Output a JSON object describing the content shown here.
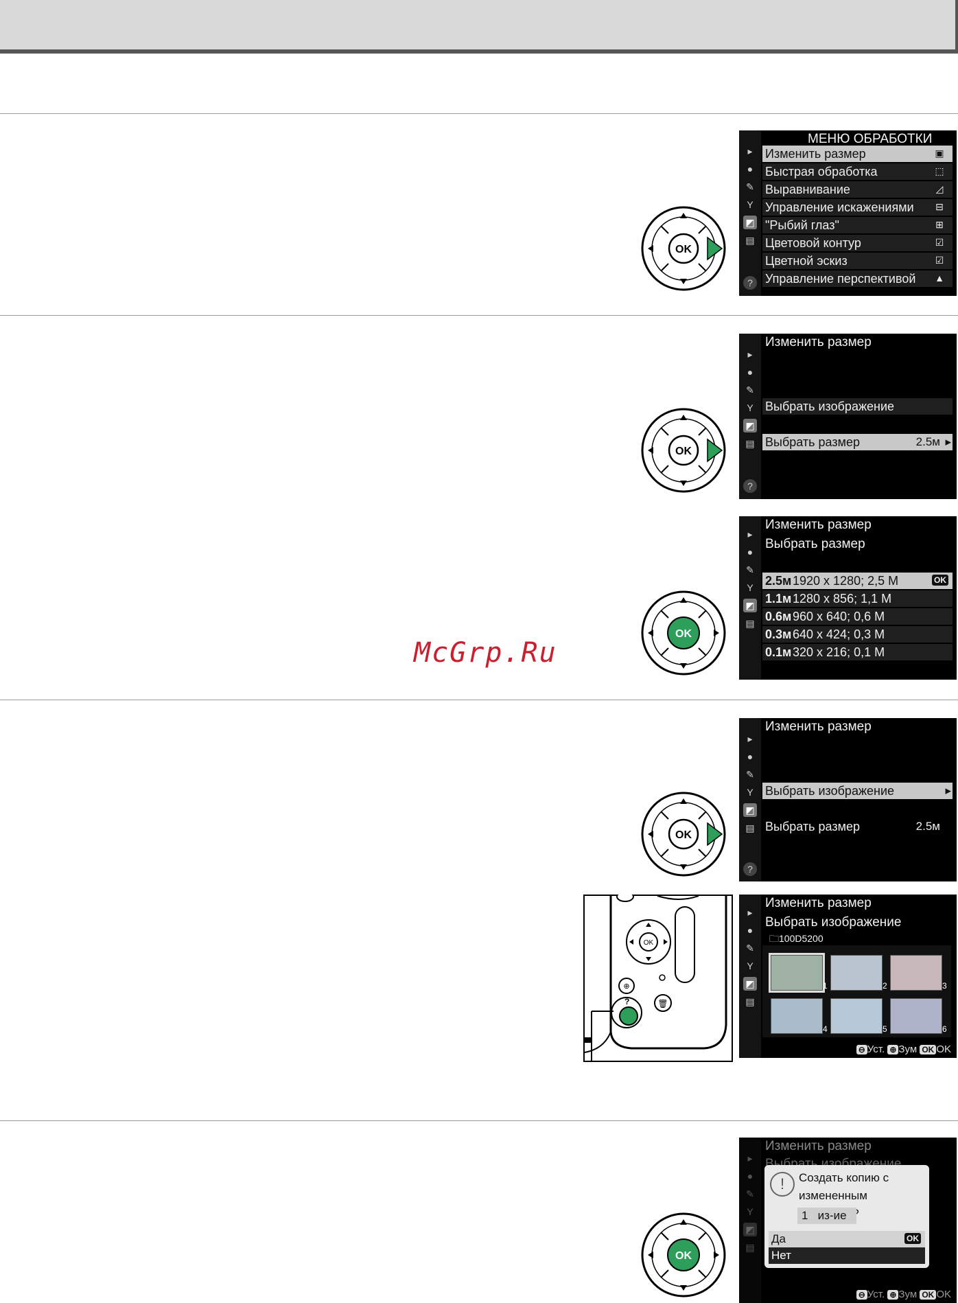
{
  "watermark": "McGrp.Ru",
  "retouch_menu": {
    "title": "МЕНЮ ОБРАБОТКИ",
    "items": [
      {
        "label": "Изменить размер",
        "icon": "resize-icon"
      },
      {
        "label": "Быстрая обработка",
        "icon": "quick-retouch-icon"
      },
      {
        "label": "Выравнивание",
        "icon": "straighten-icon"
      },
      {
        "label": "Управление искажениями",
        "icon": "distortion-icon"
      },
      {
        "label": "\"Рыбий глаз\"",
        "icon": "fisheye-icon"
      },
      {
        "label": "Цветовой контур",
        "icon": "color-outline-icon"
      },
      {
        "label": "Цветной эскиз",
        "icon": "color-sketch-icon"
      },
      {
        "label": "Управление перспективой",
        "icon": "perspective-icon"
      }
    ],
    "help": "?"
  },
  "resize_screen_a": {
    "title": "Изменить размер",
    "choose_image": "Выбрать изображение",
    "choose_size": "Выбрать размер",
    "size_value": "2.5м"
  },
  "size_list": {
    "title": "Изменить размер",
    "subtitle": "Выбрать размер",
    "ok": "OK",
    "options": [
      {
        "code": "2.5м",
        "text": "1920 x 1280; 2,5 M"
      },
      {
        "code": "1.1м",
        "text": "1280 x  856; 1,1 M"
      },
      {
        "code": "0.6м",
        "text": "960 x  640; 0,6 M"
      },
      {
        "code": "0.3м",
        "text": "640 x  424; 0,3 M"
      },
      {
        "code": "0.1м",
        "text": "320 x  216; 0,1 M"
      }
    ]
  },
  "resize_screen_b": {
    "title": "Изменить размер",
    "choose_image": "Выбрать изображение",
    "choose_size": "Выбрать размер",
    "size_value": "2.5м"
  },
  "image_picker": {
    "title": "Изменить размер",
    "subtitle": "Выбрать изображение",
    "folder": "100D5200",
    "thumbs": [
      "1",
      "2",
      "3",
      "4",
      "5",
      "6"
    ],
    "footer_set": "Уст.",
    "footer_zoom": "Зум",
    "footer_ok": "OK",
    "ok_chip": "OK"
  },
  "confirm": {
    "title": "Изменить размер",
    "subtitle": "Выбрать изображение",
    "question_line1": "Создать копию с",
    "question_line2": "измененным размером?",
    "count": "1",
    "count_unit": "из-ие",
    "yes": "Да",
    "no": "Нет",
    "ok_chip": "OK",
    "footer_set": "Уст.",
    "footer_zoom": "Зум",
    "footer_ok": "OK"
  },
  "dial_labels": {
    "ok": "OK"
  },
  "colors": {
    "green": "#2e9e5b",
    "screen_bg": "#000000",
    "highlight": "#c8c8c8",
    "header_bar": "#d9d9d9"
  }
}
